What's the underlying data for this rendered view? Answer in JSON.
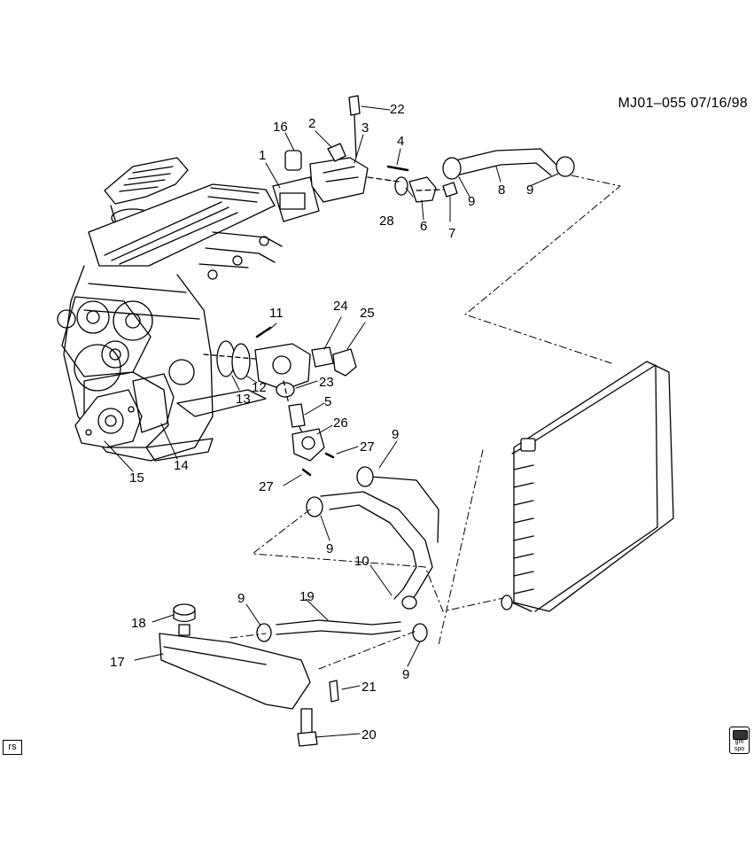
{
  "document_id": "MJ01–055  07/16/98",
  "corner_tag": "rs",
  "logo_text": [
    "gm",
    "spo"
  ],
  "callouts": [
    "1",
    "2",
    "3",
    "4",
    "5",
    "6",
    "7",
    "8",
    "9",
    "10",
    "11",
    "12",
    "13",
    "14",
    "15",
    "16",
    "17",
    "18",
    "19",
    "20",
    "21",
    "22",
    "23",
    "24",
    "25",
    "26",
    "27",
    "28"
  ]
}
